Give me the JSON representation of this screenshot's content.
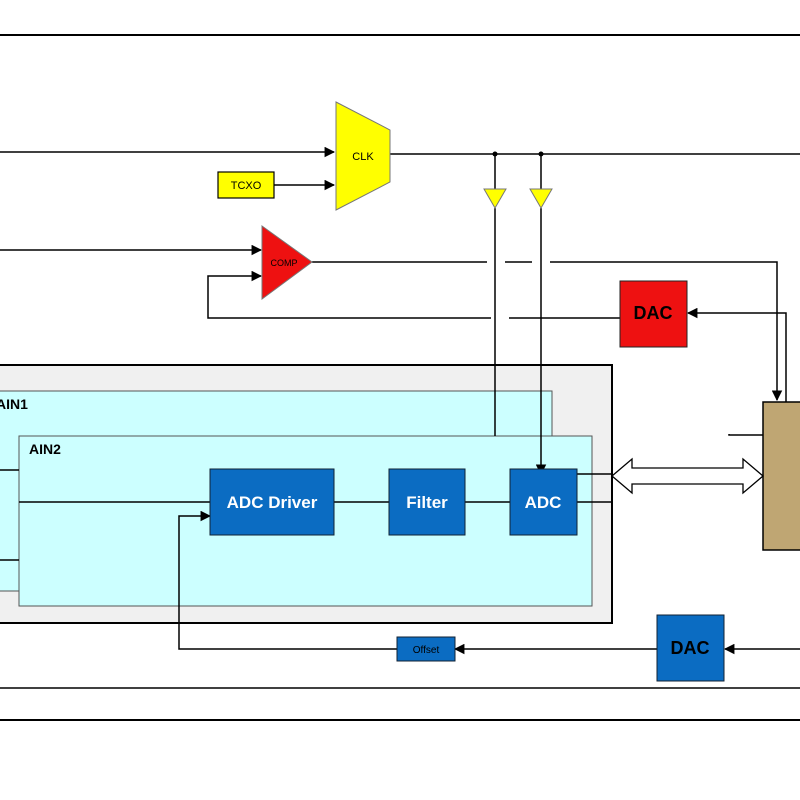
{
  "blocks": {
    "clk": "CLK",
    "tcxo": "TCXO",
    "comp": "COMP",
    "dac_red": "DAC",
    "ain1": "AIN1",
    "ain2": "AIN2",
    "adc_driver": "ADC Driver",
    "filter": "Filter",
    "adc": "ADC",
    "offset": "Offset",
    "dac_blue": "DAC"
  },
  "colors": {
    "yellow": "#ffff00",
    "red": "#ee1111",
    "blue": "#0b6cc2",
    "cyan": "#ccffff",
    "gray_panel": "#f0f0f0",
    "processor": "#bfa673"
  }
}
